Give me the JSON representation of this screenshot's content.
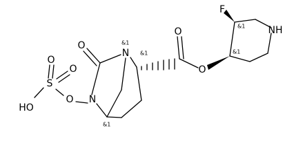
{
  "molecule": {
    "atoms": {
      "fluorine": "F",
      "ring_nitrogen": "NH",
      "ester_carbonyl_oxygen": "O",
      "ester_oxygen": "O",
      "urea_oxygen": "O",
      "bridgehead_nitrogen": "N",
      "amide_nitrogen": "N",
      "n_oxy_oxygen": "O",
      "sulfur": "S",
      "sulfonyl_oxygen_upper": "O",
      "sulfonyl_oxygen_right": "O",
      "hydroxyl": "HO"
    },
    "stereo_labels": {
      "c_fluoro": "&1",
      "c_ester": "&1",
      "n_bridgehead": "&1",
      "c_alpha": "&1",
      "c_bridgehead": "&1"
    }
  }
}
